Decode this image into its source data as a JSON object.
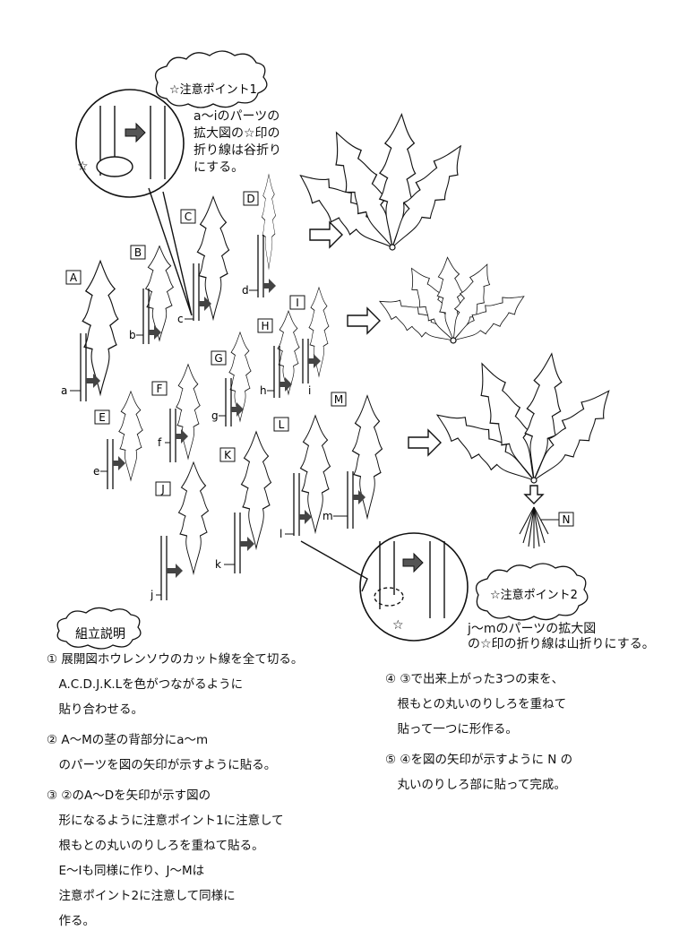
{
  "callout_1": {
    "title": "☆注意ポイント1",
    "note_lines": [
      "a～iのパーツの",
      "拡大図の☆印の",
      "折り線は谷折り",
      "にする。"
    ]
  },
  "callout_2": {
    "title": "☆注意ポイント2",
    "note_lines": [
      "j～mのパーツの拡大図",
      "の☆印の折り線は山折りにする。"
    ]
  },
  "part_labels": {
    "leaves": [
      "A",
      "B",
      "C",
      "D",
      "E",
      "F",
      "G",
      "H",
      "I",
      "J",
      "K",
      "L",
      "M",
      "N"
    ],
    "stems": [
      "a",
      "b",
      "c",
      "d",
      "e",
      "f",
      "g",
      "h",
      "i",
      "j",
      "k",
      "l",
      "m"
    ]
  },
  "instructions": {
    "title": "組立説明",
    "steps": [
      [
        "① 展開図ホウレンソウのカット線を全て切る。",
        "　A.C.D.J.K.Lを色がつながるように",
        "　貼り合わせる。"
      ],
      [
        "② A～Mの茎の背部分にa～m",
        "　のパーツを図の矢印が示すように貼る。"
      ],
      [
        "③ ②のA～Dを矢印が示す図の",
        "　形になるように注意ポイント1に注意して",
        "　根もとの丸いのりしろを重ねて貼る。",
        "　E～Iも同様に作り、J～Mは",
        "　注意ポイント2に注意して同様に",
        "　作る。"
      ],
      [
        "④ ③で出来上がった3つの束を、",
        "　根もとの丸いのりしろを重ねて",
        "　貼って一つに形作る。"
      ],
      [
        "⑤ ④を図の矢印が示すように N の",
        "　丸いのりしろ部に貼って完成。"
      ]
    ]
  }
}
